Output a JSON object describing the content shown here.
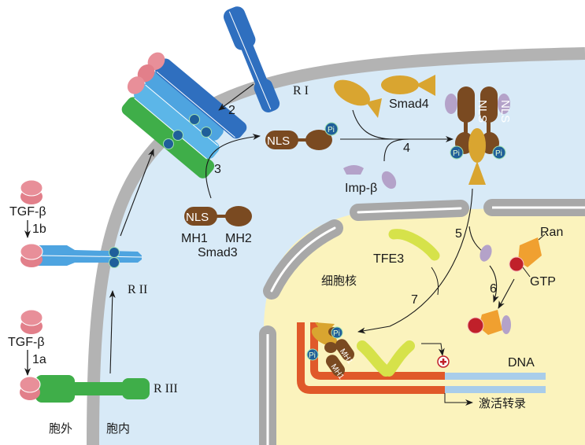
{
  "colors": {
    "cytoplasm": "#d8eaf7",
    "nucleoplasm": "#fbf3bd",
    "membrane": "#b3b3b3",
    "ligand": "#e27f8a",
    "receptor_I": "#2f6fbf",
    "receptor_II": "#4ea4e0",
    "receptor_III": "#3fae49",
    "smad3": "#7a4a21",
    "smad4": "#d9a530",
    "importin": "#b4a2c9",
    "tfe3": "#d6e24a",
    "ran": "#f0a030",
    "gtp": "#c0202a",
    "dna_promoter": "#e0592a",
    "dna": "#a9cdea",
    "phosphate": "#1f5f9a"
  },
  "labels": {
    "tgf_beta_1": "TGF-β",
    "tgf_beta_2": "TGF-β",
    "receptor_I": "R I",
    "receptor_II": "R II",
    "receptor_III": "R III",
    "smad4": "Smad4",
    "smad3": "Smad3",
    "mh1": "MH1",
    "mh2": "MH2",
    "nls": "NLS",
    "pi": "Pi",
    "imp_beta": "Imp-β",
    "tfe3": "TFE3",
    "ran": "Ran",
    "gtp": "GTP",
    "dna": "DNA",
    "nucleus": "细胞核",
    "extracellular": "胞外",
    "intracellular": "胞内",
    "activate_transcription": "激活转录"
  },
  "steps": [
    "1a",
    "1b",
    "2",
    "3",
    "4",
    "5",
    "6",
    "7"
  ]
}
